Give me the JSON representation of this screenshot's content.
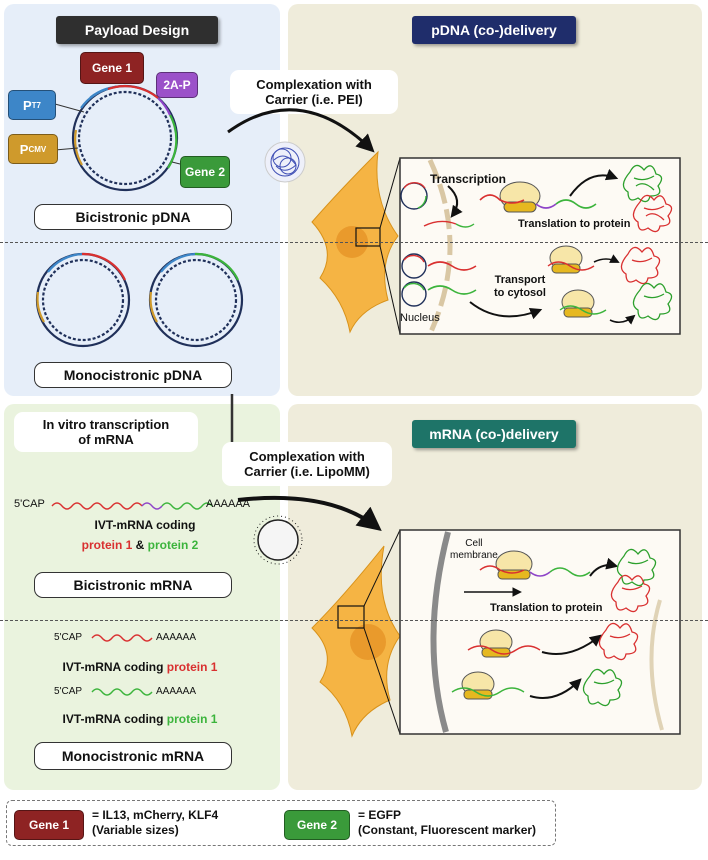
{
  "top_left": {
    "header": "Payload Design",
    "gene1": "Gene 1",
    "gene2": "Gene 2",
    "tag_2ap": "2A-P",
    "tag_t7_main": "P",
    "tag_t7_sub": "T7",
    "tag_cmv_main": "P",
    "tag_cmv_sub": "CMV",
    "bicistronic_pdna": "Bicistronic pDNA",
    "monocistronic_pdna": "Monocistronic pDNA"
  },
  "top_right": {
    "header": "pDNA (co-)delivery",
    "complexation_line1": "Complexation with",
    "complexation_line2": "Carrier (i.e. PEI)",
    "transcription": "Transcription",
    "translation": "Translation to protein",
    "transport_line1": "Transport",
    "transport_line2": "to cytosol",
    "nucleus": "Nucleus"
  },
  "bottom_left": {
    "ivt_line1": "In vitro transcription",
    "ivt_line2": "of mRNA",
    "cap": "5'CAP",
    "polya": "AAAAAA",
    "ivt_coding": "IVT-mRNA coding",
    "protein1": "protein 1",
    "amp": "&",
    "protein2": "protein 2",
    "bicistronic_mrna": "Bicistronic mRNA",
    "mono_coding1": "IVT-mRNA coding",
    "mono_protein1a": "protein 1",
    "mono_coding2": "IVT-mRNA coding",
    "mono_protein1b": "protein 1",
    "monocistronic_mrna": "Monocistronic mRNA"
  },
  "bottom_right": {
    "header": "mRNA (co-)delivery",
    "complexation_line1": "Complexation with",
    "complexation_line2": "Carrier (i.e. LipoMM)",
    "membrane_line1": "Cell",
    "membrane_line2": "membrane",
    "translation": "Translation to protein"
  },
  "legend": {
    "gene1": "Gene 1",
    "gene1_desc1": "= IL13, mCherry, KLF4",
    "gene1_desc2": "(Variable sizes)",
    "gene2": "Gene 2",
    "gene2_desc1": "= EGFP",
    "gene2_desc2": "(Constant, Fluorescent marker)"
  },
  "colors": {
    "blue_panel": "#e6eef9",
    "beige_panel": "#efecdb",
    "green_panel": "#eaf3de",
    "gene1": "#8e2323",
    "gene2": "#3a9a3a",
    "tag_2ap": "#9b51c9",
    "tag_t7": "#3d86c8",
    "tag_cmv": "#cf9a2c",
    "header_dark": "#2f2f2f",
    "header_navy": "#1f2d6b",
    "header_teal": "#1e7468",
    "cell": "#f5b444",
    "red": "#d93030",
    "green": "#3cb43c",
    "purple": "#8e44c8"
  }
}
